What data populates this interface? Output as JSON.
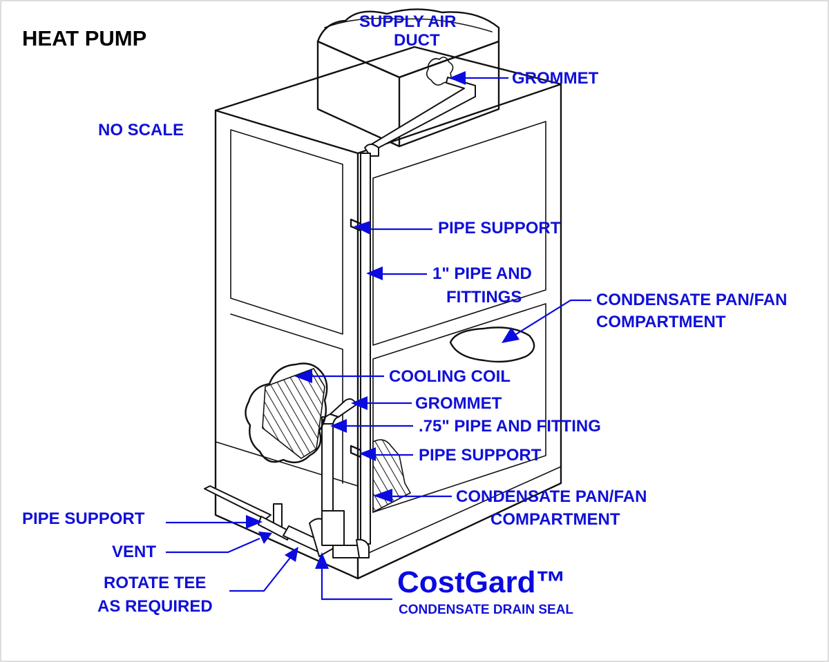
{
  "title": "HEAT PUMP",
  "scale_note": "NO SCALE",
  "labels": {
    "supply_air_duct_line1": "SUPPLY AIR",
    "supply_air_duct_line2": "DUCT",
    "grommet_top": "GROMMET",
    "pipe_support_upper": "PIPE SUPPORT",
    "pipe_fittings_line1": "1\" PIPE AND",
    "pipe_fittings_line2": "FITTINGS",
    "condensate_upper_line1": "CONDENSATE PAN/FAN",
    "condensate_upper_line2": "COMPARTMENT",
    "cooling_coil": "COOLING COIL",
    "grommet_lower": "GROMMET",
    "pipe_075": ".75\" PIPE AND FITTING",
    "pipe_support_lower": "PIPE SUPPORT",
    "condensate_lower_line1": "CONDENSATE PAN/FAN",
    "condensate_lower_line2": "COMPARTMENT",
    "pipe_support_left": "PIPE SUPPORT",
    "vent": "VENT",
    "rotate_tee_line1": "ROTATE TEE",
    "rotate_tee_line2": "AS REQUIRED"
  },
  "brand": {
    "name": "CostGard™",
    "subtitle": "CONDENSATE DRAIN SEAL"
  },
  "colors": {
    "label_blue": "#1010d8",
    "brand_blue": "#0a0ae0",
    "ink": "#111111"
  }
}
